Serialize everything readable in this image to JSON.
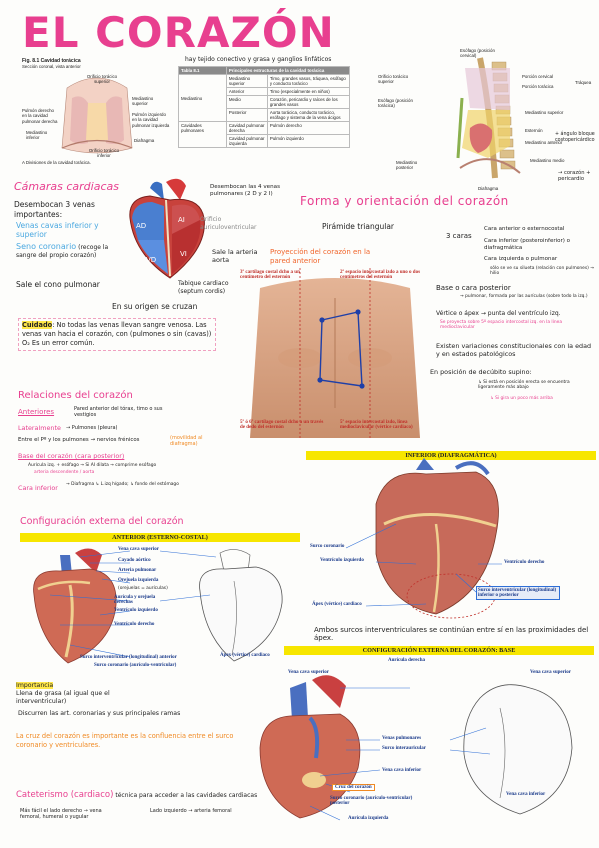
{
  "title": "EL CORAZÓN",
  "fig": {
    "number": "Fig. 8.1",
    "name": "Cavidad torácica",
    "subtitle": "Sección coronal, vista anterior",
    "caption": "A  Divisiones de la cavidad torácica.",
    "labels": [
      "Orificio torácico superior",
      "Mediastino superior",
      "Pulmón derecho en la cavidad pulmonar derecha",
      "Pulmón izquierdo en la cavidad pulmonar izquierda",
      "Mediastino inferior",
      "Diafragma",
      "Orificio torácico inferior"
    ]
  },
  "table_note": "hay tejido conectivo y grasa y ganglios linfáticos",
  "table": {
    "title": "Tabla 8.1",
    "heading": "Principales estructuras de la cavidad torácica",
    "mediastino": "Mediastino",
    "rows": [
      [
        "Mediastino superior",
        "",
        "Timo, grandes vasos, tráquea, esófago y conducto torácico"
      ],
      [
        "Mediastino inferior",
        "Anterior",
        "Timo (especialmente en niños)"
      ],
      [
        "",
        "Medio",
        "Corazón, pericardio y raíces de los grandes vasos"
      ],
      [
        "",
        "Posterior",
        "Aorta torácica, conducto torácico, esófago y sistema de la vena ácigos"
      ]
    ],
    "cav_label": "Cavidades pulmonares",
    "cav_rows": [
      [
        "Cavidad pulmonar derecha",
        "Pulmón derecho"
      ],
      [
        "Cavidad pulmonar izquierda",
        "Pulmón izquierdo"
      ]
    ]
  },
  "spine_fig": {
    "labels": [
      "Esófago (posición cervical)",
      "Orificio torácico superior",
      "Porción cervical",
      "Tráquea",
      "Porción torácica",
      "Esófago (posición torácica)",
      "Mediastino superior",
      "Esternón",
      "Mediastino anterior",
      "Mediastino medio",
      "Mediastino posterior",
      "Diafragma"
    ],
    "notes": [
      "+ ángulo bloque costopericárdico",
      "→ corazón + pericardio"
    ]
  },
  "camaras": {
    "title": "Cámaras cardiacas",
    "text1": "Desembocan 3 venas importantes:",
    "venas": "Venas cavas inferior y superior",
    "seno": "Seno coronario",
    "seno_note": "(recoge la sangre del propio corazón)",
    "sale_cono": "Sale el cono pulmonar",
    "right_labels": [
      "Desembocan las 4 venas pulmonares (2 D y 2 I)",
      "Orificio auriculoventricular",
      "Sale la arteria aorta",
      "Tabique cardiaco (septum cordis)"
    ],
    "origen": "En su origen se cruzan",
    "chambers": [
      "AD",
      "AI",
      "VD",
      "VI"
    ]
  },
  "cuidado": {
    "label": "Cuidado",
    "text": ": No todas las venas llevan sangre venosa. Las venas van hacia el corazón, con (pulmones o sin (cavas)) O₂ Es un error común."
  },
  "forma": {
    "title": "Forma y orientación del corazón",
    "piramide": "Pirámide triangular",
    "caras_label": "3 caras",
    "caras": [
      "Cara anterior o esternocostal",
      "Cara inferior (posteroinferior) o diafragmática",
      "Cara izquierda o pulmonar"
    ],
    "caras_note": "sólo se ve su silueta (relación con pulmones) → hilio",
    "base": "Base o cara posterior",
    "base_note": "→ pulmonar, formada por las aurículas (sobre todo la izq.)",
    "vertice": "Vértice o ápex → punta del ventrículo izq.",
    "vertice_note": "Se proyecta sobre 5º espacio intercostal izq. en la línea medioclavicular",
    "variaciones": "Existen variaciones constitucionales con la edad y en estados patológicos",
    "decubito": "En posición de decúbito supino:",
    "decubito_note": "↳ Si está en posición erecta se encuentra ligeramente más abajo",
    "decubito_note2": "↳ Si gira un poco más arriba"
  },
  "proyeccion": {
    "title": "Proyección del corazón en la pared anterior",
    "tl": "3º cartílago costal dcho a un centímetro del esternón",
    "tr": "2º espacio intercostal izdo a uno o dos centímetros del esternón",
    "bl": "5º ó 6º cartílago costal dcho a un través de dedo del esternón",
    "br": "5º espacio intercostal izdo, línea medioclavicular (vértice cardiaco)"
  },
  "relaciones": {
    "title": "Relaciones del corazón",
    "anteriores": "Anteriores",
    "anteriores_note": "Pared anterior del tórax, timo o sus vestigios",
    "lateralmente": "Lateralmente",
    "lateral_note": "→ Pulmones (pleura)",
    "entre": "Entre el Pº y los pulmones → nervios frénicos",
    "entre_note": "(movilidad al diafragma)",
    "base": "Base del corazón (cara posterior)",
    "base_note1": "Aurícula izq. + esófago → Si AI dilata → comprime esófago",
    "base_note2": "arteria descendente / aorta",
    "inferior": "Cara inferior",
    "inferior_note": "→ Diafragma ↳ L.izq hígado; ↳ fondo del estómago"
  },
  "configuracion": {
    "title": "Configuración externa del corazón",
    "anterior_box": "ANTERIOR (ESTERNO-COSTAL)",
    "anterior_labels": [
      "Vena cava superior",
      "Cayado aórtico",
      "Arteria pulmonar",
      "Orejuela izquierda",
      "(orejuelas = aurículas)",
      "Aurícula y orejuela derechas",
      "Ventrículo izquierdo",
      "Ventrículo derecho",
      "Surco interventricular (longitudinal) anterior",
      "Surco coronario (aurículo-ventricular)",
      "Ápex (vértice) cardiaco"
    ],
    "importancia_label": "Importancia",
    "importancia": "Llena de grasa (al igual que el interventricular)",
    "discurren": "Discurren las art. coronarias y sus principales ramas",
    "cruz": "La cruz del corazón es importante es la confluencia entre el surco coronario y ventriculares."
  },
  "inferior": {
    "box": "INFERIOR (DIAFRAGMÁTICA)",
    "labels": [
      "Surco coronario",
      "Ventrículo izquierdo",
      "Ventrículo derecho",
      "Surco interventricular (longitudinal) inferior o posterior",
      "Ápex (vértice) cardiaco"
    ],
    "ambos": "Ambos surcos interventriculares se continúan entre sí en las proximidades del ápex."
  },
  "base_fig": {
    "box": "CONFIGURACIÓN EXTERNA DEL CORAZÓN: BASE",
    "labels": [
      "Aurícula derecha",
      "Vena cava superior",
      "Vena cava superior",
      "Venas pulmonares",
      "Surco interauricular",
      "Vena cava inferior",
      "Cruz del corazón",
      "Vena cava inferior",
      "Surco coronario (aurículo-ventricular) posterior",
      "Aurícula izquierda"
    ]
  },
  "cateterismo": {
    "title": "Cateterismo (cardiaco)",
    "note": "técnica para acceder a las cavidades cardiacas",
    "left": "Más fácil el lado derecho → vena femoral, humeral o yugular",
    "right": "Lado izquierdo → arteria femoral"
  },
  "colors": {
    "pink": "#e83f8f",
    "blue": "#2f6fd6",
    "orange": "#f08a24",
    "yellow": "#f7e600"
  }
}
